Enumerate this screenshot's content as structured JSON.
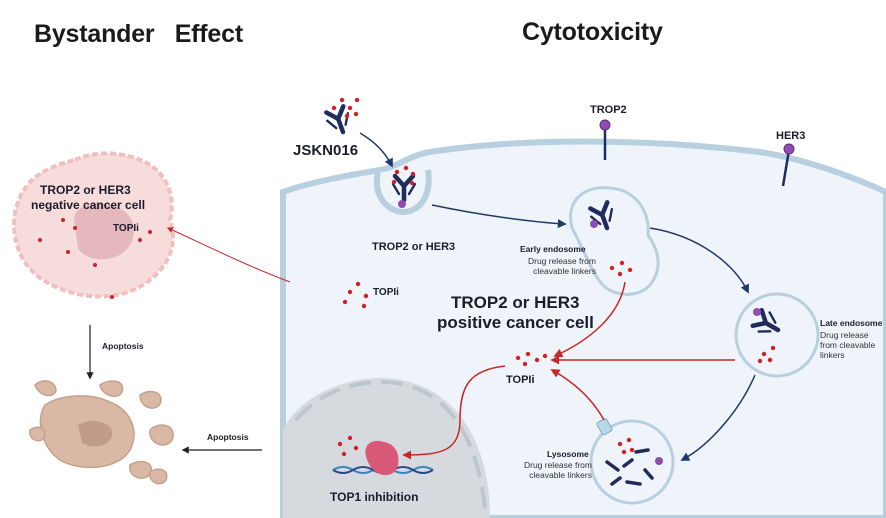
{
  "headings": {
    "bystander": "Bystander   Effect",
    "cytotoxicity": "Cytotoxicity"
  },
  "labels": {
    "drug": "JSKN016",
    "trop2": "TROP2",
    "her3": "HER3",
    "receptor": "TROP2 or HER3",
    "positive_cell_line1": "TROP2 or HER3",
    "positive_cell_line2": "positive cancer cell",
    "negative_cell_line1": "TROP2 or HER3",
    "negative_cell_line2": "negative cancer cell",
    "topii_neg": "TOPIi",
    "topii_free": "TOPIi",
    "topii_center": "TOPIi",
    "top1_inhibition": "TOP1 inhibition",
    "apoptosis_vertical": "Apoptosis",
    "apoptosis_horizontal": "Apoptosis"
  },
  "endosomes": {
    "early": {
      "title": "Early endosome",
      "desc": "Drug release from cleavable linkers"
    },
    "late": {
      "title": "Late endosome",
      "desc": "Drug release from cleavable linkers"
    },
    "lysosome": {
      "title": "Lysosome",
      "desc": "Drug release from cleavable linkers"
    }
  },
  "colors": {
    "antibody": "#1f2c5c",
    "payload": "#d32027",
    "receptor": "#8e4bb0",
    "cell_fill": "#eef4f9",
    "membrane": "#b8cfe0",
    "nucleus": "#d6dadf",
    "dead_cell": "#d9b9a6",
    "neg_cell": "#f7dcdc",
    "red_arrow": "#c62828",
    "blue_arrow": "#1f3a68"
  }
}
